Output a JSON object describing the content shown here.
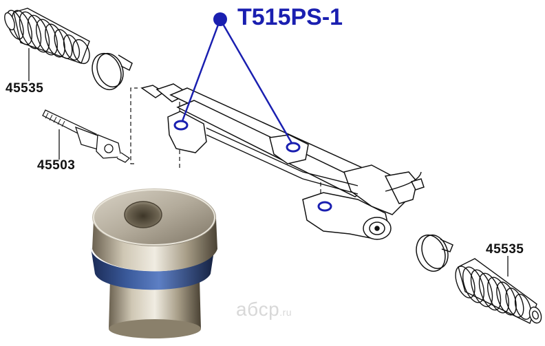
{
  "main_callout": {
    "label": "T515PS-1",
    "color": "#1a1fb0"
  },
  "parts": {
    "boot_top": "45535",
    "tie_rod_end": "45503",
    "boot_bottom": "45535"
  },
  "watermark": {
    "brand": "aбcp",
    "tld": ".ru"
  }
}
